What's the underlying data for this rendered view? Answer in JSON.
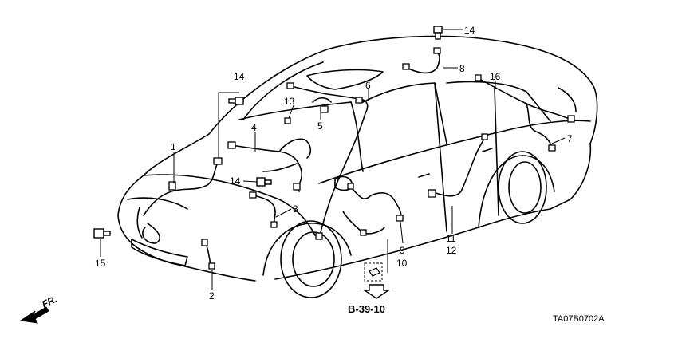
{
  "callouts": [
    {
      "id": "c1",
      "text": "1"
    },
    {
      "id": "c2",
      "text": "2"
    },
    {
      "id": "c3",
      "text": "3"
    },
    {
      "id": "c4",
      "text": "4"
    },
    {
      "id": "c5",
      "text": "5"
    },
    {
      "id": "c6",
      "text": "6"
    },
    {
      "id": "c7",
      "text": "7"
    },
    {
      "id": "c8",
      "text": "8"
    },
    {
      "id": "c9",
      "text": "9"
    },
    {
      "id": "c10",
      "text": "10"
    },
    {
      "id": "c11",
      "text": "11"
    },
    {
      "id": "c12",
      "text": "12"
    },
    {
      "id": "c13",
      "text": "13"
    },
    {
      "id": "c14a",
      "text": "14"
    },
    {
      "id": "c14b",
      "text": "14"
    },
    {
      "id": "c14c",
      "text": "14"
    },
    {
      "id": "c15",
      "text": "15"
    },
    {
      "id": "c16",
      "text": "16"
    }
  ],
  "reference": "B-39-10",
  "direction_label": "FR.",
  "diagram_code": "TA07B0702A"
}
